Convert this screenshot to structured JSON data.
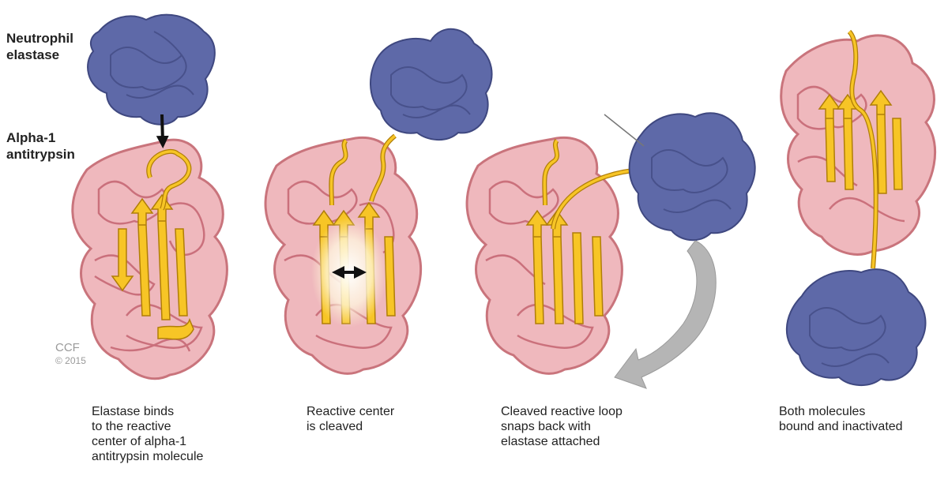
{
  "labels": {
    "neutrophil_elastase": "Neutrophil\nelastase",
    "alpha1": "Alpha-1\nantitrypsin"
  },
  "credit": {
    "line1": "CCF",
    "line2": "© 2015"
  },
  "panels": [
    {
      "caption": "Elastase binds\nto the reactive\ncenter of alpha-1\nantitrypsin molecule"
    },
    {
      "caption": "Reactive center\nis cleaved"
    },
    {
      "caption": "Cleaved reactive loop\nsnaps back with\nelastase attached"
    },
    {
      "caption": "Both molecules\nbound and inactivated"
    }
  ],
  "colors": {
    "antitrypsin_fill": "#efb8bd",
    "antitrypsin_stroke": "#c9747c",
    "elastase_fill": "#5e69a8",
    "elastase_dark": "#3f4880",
    "strand_fill": "#f7c526",
    "strand_stroke": "#b07e08",
    "arrow_gray": "#b5b5b5"
  }
}
